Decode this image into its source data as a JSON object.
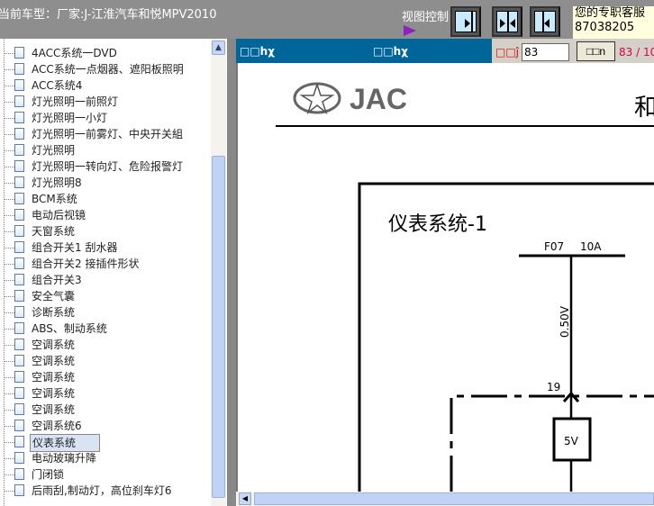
{
  "header": {
    "title": "当前车型：厂家:J-江淮汽车和悦MPV2010",
    "view_control": "视图控制",
    "service": "您的专职客服",
    "service_phone": "87038205"
  },
  "tree": {
    "items": [
      "4ACC系统一DVD",
      "ACC系统一点烟器、遮阳板照明",
      "ACC系统4",
      "灯光照明一前照灯",
      "灯光照明一小灯",
      "灯光照明一前雾灯、中央开关組",
      "灯光照明",
      "灯光照明一转向灯、危险报警灯",
      "灯光照明8",
      "BCM系统",
      "电动后视镜",
      "天窗系统",
      "组合开关1 刮水器",
      "组合开关2 接插件形状",
      "组合开关3",
      "安全气囊",
      "诊断系统",
      "ABS、制动系统",
      "空调系统",
      "空调系统",
      "空调系统",
      "空调系统",
      "空调系统",
      "空调系统6",
      "仪表系统",
      "电动玻璃升降",
      "门闭锁",
      "后雨刮,制动灯，高位刹车灯6"
    ],
    "selected": 24
  },
  "viewer": {
    "tab1": "□□hχ",
    "tab2": "□□hχ",
    "page_label": "□□ĵ",
    "page_value": "83",
    "go_label": "□□n",
    "page_count": "83 / 10"
  },
  "diagram": {
    "logo": "JAC",
    "header_char": "和",
    "title": "仪表系统-1",
    "fuse": "F07",
    "amp": "10A",
    "wire": "0.50V",
    "pin": "19",
    "box": "5V"
  }
}
